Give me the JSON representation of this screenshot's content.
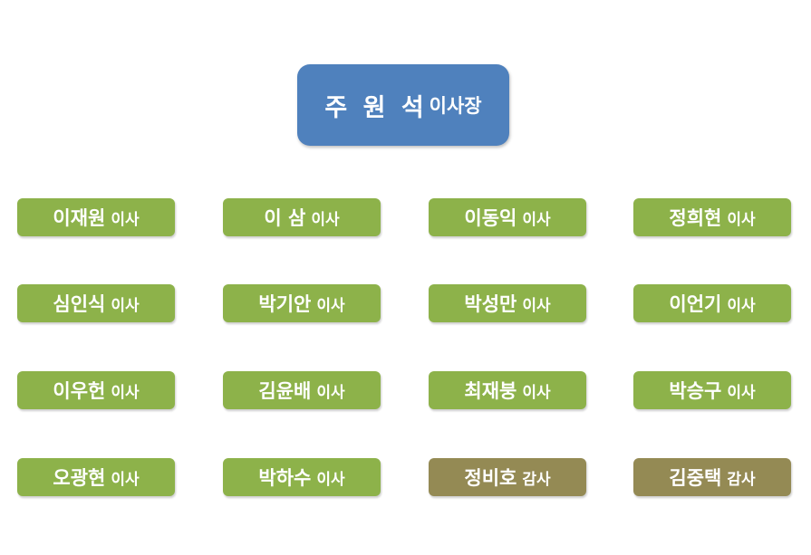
{
  "root": {
    "name": "주 원 석",
    "title": "이사장"
  },
  "members": [
    {
      "name": "이재원",
      "title": "이사",
      "color": "#8db24a"
    },
    {
      "name": "이 삼",
      "title": "이사",
      "color": "#8db24a"
    },
    {
      "name": "이동익",
      "title": "이사",
      "color": "#8db24a"
    },
    {
      "name": "정희현",
      "title": "이사",
      "color": "#8db24a"
    },
    {
      "name": "심인식",
      "title": "이사",
      "color": "#8db24a"
    },
    {
      "name": "박기안",
      "title": "이사",
      "color": "#8db24a"
    },
    {
      "name": "박성만",
      "title": "이사",
      "color": "#8db24a"
    },
    {
      "name": "이언기",
      "title": "이사",
      "color": "#8db24a"
    },
    {
      "name": "이우헌",
      "title": "이사",
      "color": "#8db24a"
    },
    {
      "name": "김윤배",
      "title": "이사",
      "color": "#8db24a"
    },
    {
      "name": "최재붕",
      "title": "이사",
      "color": "#8db24a"
    },
    {
      "name": "박승구",
      "title": "이사",
      "color": "#8db24a"
    },
    {
      "name": "오광현",
      "title": "이사",
      "color": "#8db24a"
    },
    {
      "name": "박하수",
      "title": "이사",
      "color": "#8db24a"
    },
    {
      "name": "정비호",
      "title": "감사",
      "color": "#948a54"
    },
    {
      "name": "김중택",
      "title": "감사",
      "color": "#948a54"
    }
  ],
  "colors": {
    "root": "#4f81bd",
    "director": "#8db24a",
    "auditor": "#948a54"
  }
}
